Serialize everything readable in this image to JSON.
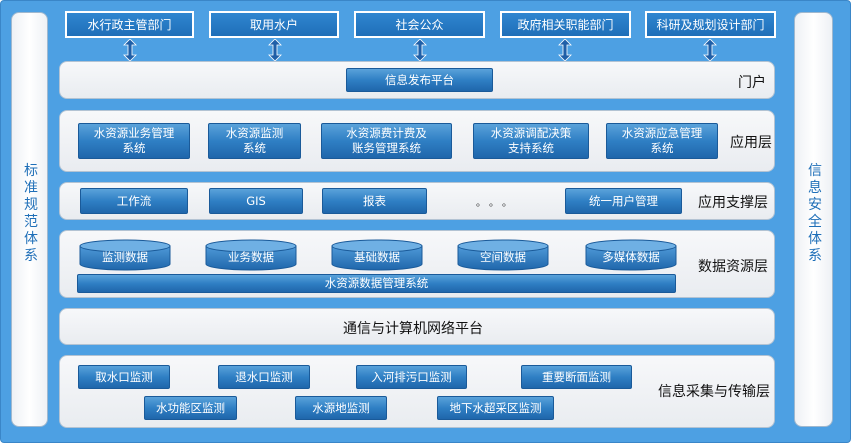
{
  "left_panel": {
    "text": "标准规范体系"
  },
  "right_panel": {
    "text": "信息安全体系"
  },
  "top_boxes": [
    "水行政主管部门",
    "取用水户",
    "社会公众",
    "政府相关职能部门",
    "科研及规划设计部门"
  ],
  "portal": {
    "title": "门户",
    "item": "信息发布平台"
  },
  "application": {
    "title": "应用层",
    "items": [
      "水资源业务管理\n系统",
      "水资源监测\n系统",
      "水资源费计费及\n账务管理系统",
      "水资源调配决策\n支持系统",
      "水资源应急管理\n系统"
    ]
  },
  "support": {
    "title": "应用支撑层",
    "items": [
      "工作流",
      "GIS",
      "报表",
      "统一用户管理"
    ],
    "ellipsis": "。。。"
  },
  "data": {
    "title": "数据资源层",
    "cylinders": [
      "监测数据",
      "业务数据",
      "基础数据",
      "空间数据",
      "多媒体数据"
    ],
    "bar": "水资源数据管理系统"
  },
  "network": {
    "title": "通信与计算机网络平台"
  },
  "collection": {
    "title": "信息采集与传输层",
    "row1": [
      "取水口监测",
      "退水口监测",
      "入河排污口监测",
      "重要断面监测"
    ],
    "row2": [
      "水功能区监测",
      "水源地监测",
      "地下水超采区监测"
    ]
  }
}
